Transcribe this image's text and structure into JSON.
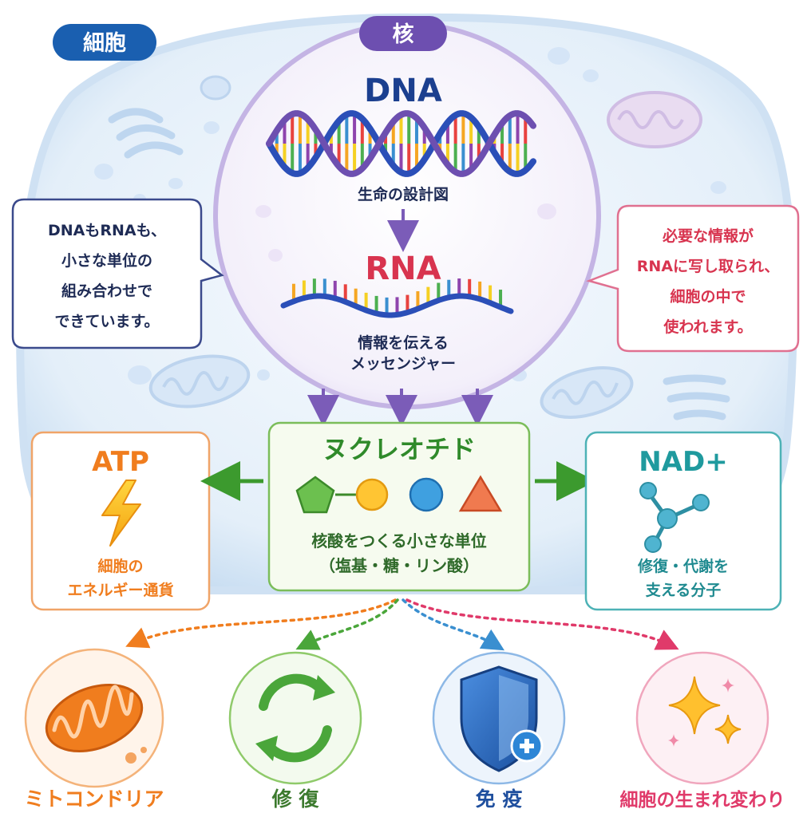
{
  "cell": {
    "label": "細胞"
  },
  "nucleus": {
    "label": "核"
  },
  "dna": {
    "title": "DNA",
    "caption": "生命の設計図"
  },
  "rna": {
    "title": "RNA",
    "caption_line1": "情報を伝える",
    "caption_line2": "メッセンジャー"
  },
  "left_bubble": {
    "lines": [
      "DNAもRNAも、",
      "小さな単位の",
      "組み合わせで",
      "できています。"
    ]
  },
  "right_bubble": {
    "lines": [
      "必要な情報が",
      "RNAに写し取られ、",
      "細胞の中で",
      "使われます。"
    ]
  },
  "atp": {
    "title": "ATP",
    "desc_line1": "細胞の",
    "desc_line2": "エネルギー通貨"
  },
  "nucleotide": {
    "title": "ヌクレオチド",
    "desc_line1": "核酸をつくる小さな単位",
    "desc_line2": "（塩基・糖・リン酸）"
  },
  "nad": {
    "title": "NAD+",
    "desc_line1": "修復・代謝を",
    "desc_line2": "支える分子"
  },
  "outcomes": [
    {
      "label": "ミトコンドリア",
      "icon": "mitochondria-icon",
      "color": "#f07d1e"
    },
    {
      "label": "修 復",
      "icon": "recycle-arrows-icon",
      "color": "#3c9a2e"
    },
    {
      "label": "免 疫",
      "icon": "shield-plus-icon",
      "color": "#1f63b8"
    },
    {
      "label": "細胞の生まれ変わり",
      "icon": "sparkle-icon",
      "color": "#e03a6a"
    }
  ],
  "colors": {
    "cell_fill": "#e3effa",
    "nucleus": "#7b5cb8",
    "dna_title": "#1b3f8f",
    "rna_title": "#d8344f",
    "atp": "#f07d1e",
    "nucleotide": "#2f8a2a",
    "nad": "#1f9a9e",
    "cell_badge": "#1a5fb0"
  }
}
